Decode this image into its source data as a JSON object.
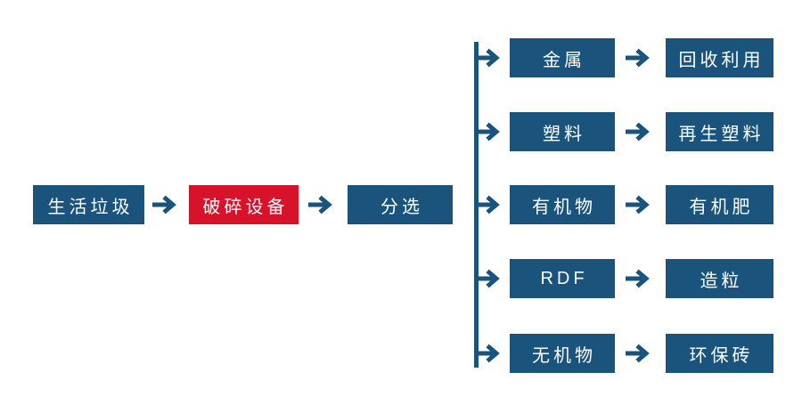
{
  "colors": {
    "background": "#ffffff",
    "node_blue": "#1a547d",
    "node_red": "#d8122b",
    "node_text": "#ffffff"
  },
  "icons": {
    "arrow_right": "→"
  },
  "flow": {
    "source": "生活垃圾",
    "crusher": "破碎设备",
    "sorter": "分选",
    "branches": [
      {
        "material": "金属",
        "result": "回收利用"
      },
      {
        "material": "塑料",
        "result": "再生塑料"
      },
      {
        "material": "有机物",
        "result": "有机肥"
      },
      {
        "material": "RDF",
        "result": "造粒"
      },
      {
        "material": "无机物",
        "result": "环保砖"
      }
    ]
  }
}
